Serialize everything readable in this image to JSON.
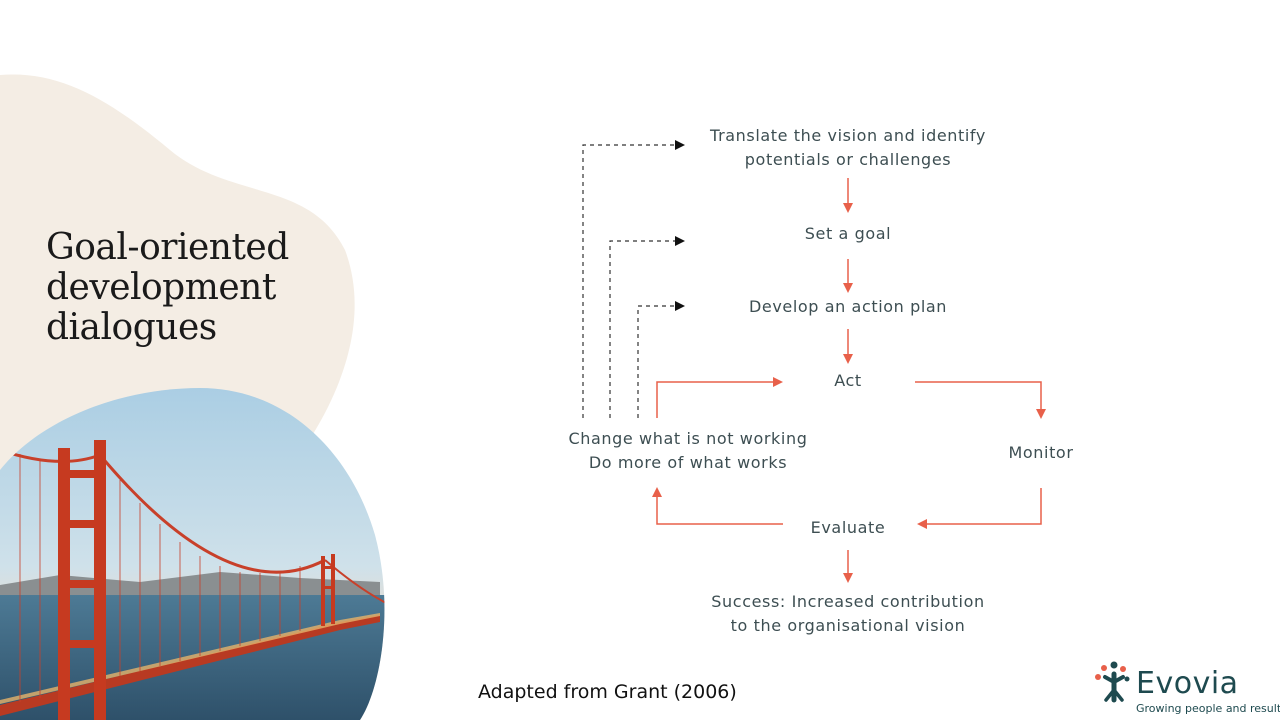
{
  "slide": {
    "title_lines": [
      "Goal-oriented",
      "development",
      "dialogues"
    ],
    "citation": "Adapted from Grant (2006)"
  },
  "diagram": {
    "steps": {
      "translate": [
        "Translate the vision and identify",
        "potentials or challenges"
      ],
      "goal": "Set a goal",
      "plan": "Develop an action plan",
      "act": "Act",
      "monitor": "Monitor",
      "evaluate": "Evaluate",
      "change": [
        "Change what is not working",
        "Do more of what works"
      ],
      "success": [
        "Success: Increased contribution",
        "to the organisational vision"
      ]
    }
  },
  "logo": {
    "name": "Evovia",
    "tagline": "Growing people and results"
  },
  "colors": {
    "accent_arrow": "#e8604a",
    "feedback_arrow": "#333333",
    "text": "#3d4e52",
    "blob": "#f4ede4",
    "brand": "#1e4a4f",
    "logo_orange": "#e8604a"
  }
}
